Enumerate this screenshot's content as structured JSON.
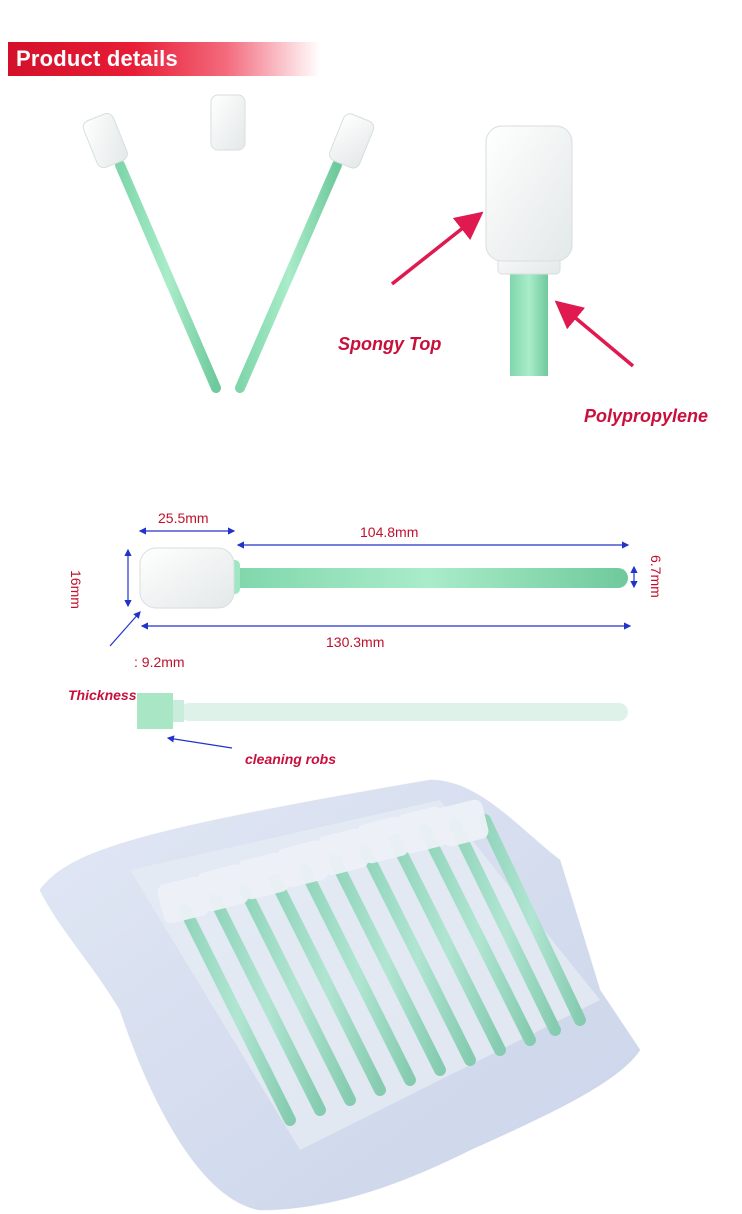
{
  "header": {
    "title": "Product details"
  },
  "labels": {
    "spongy_top": "Spongy Top",
    "polypropylene": "Polypropylene",
    "thickness": "Thickness",
    "cleaning_robs": "cleaning robs"
  },
  "dimensions": {
    "head_length": "25.5mm",
    "handle_length": "104.8mm",
    "head_width": "16mm",
    "handle_diameter": "6.7mm",
    "total_length": "130.3mm",
    "thickness": ": 9.2mm"
  },
  "colors": {
    "accent_red": "#e01a34",
    "swab_green": "#8fe0b8",
    "foam_white": "#f4f6f6",
    "arrow_blue": "#2233cc",
    "label_red": "#c8103c"
  }
}
